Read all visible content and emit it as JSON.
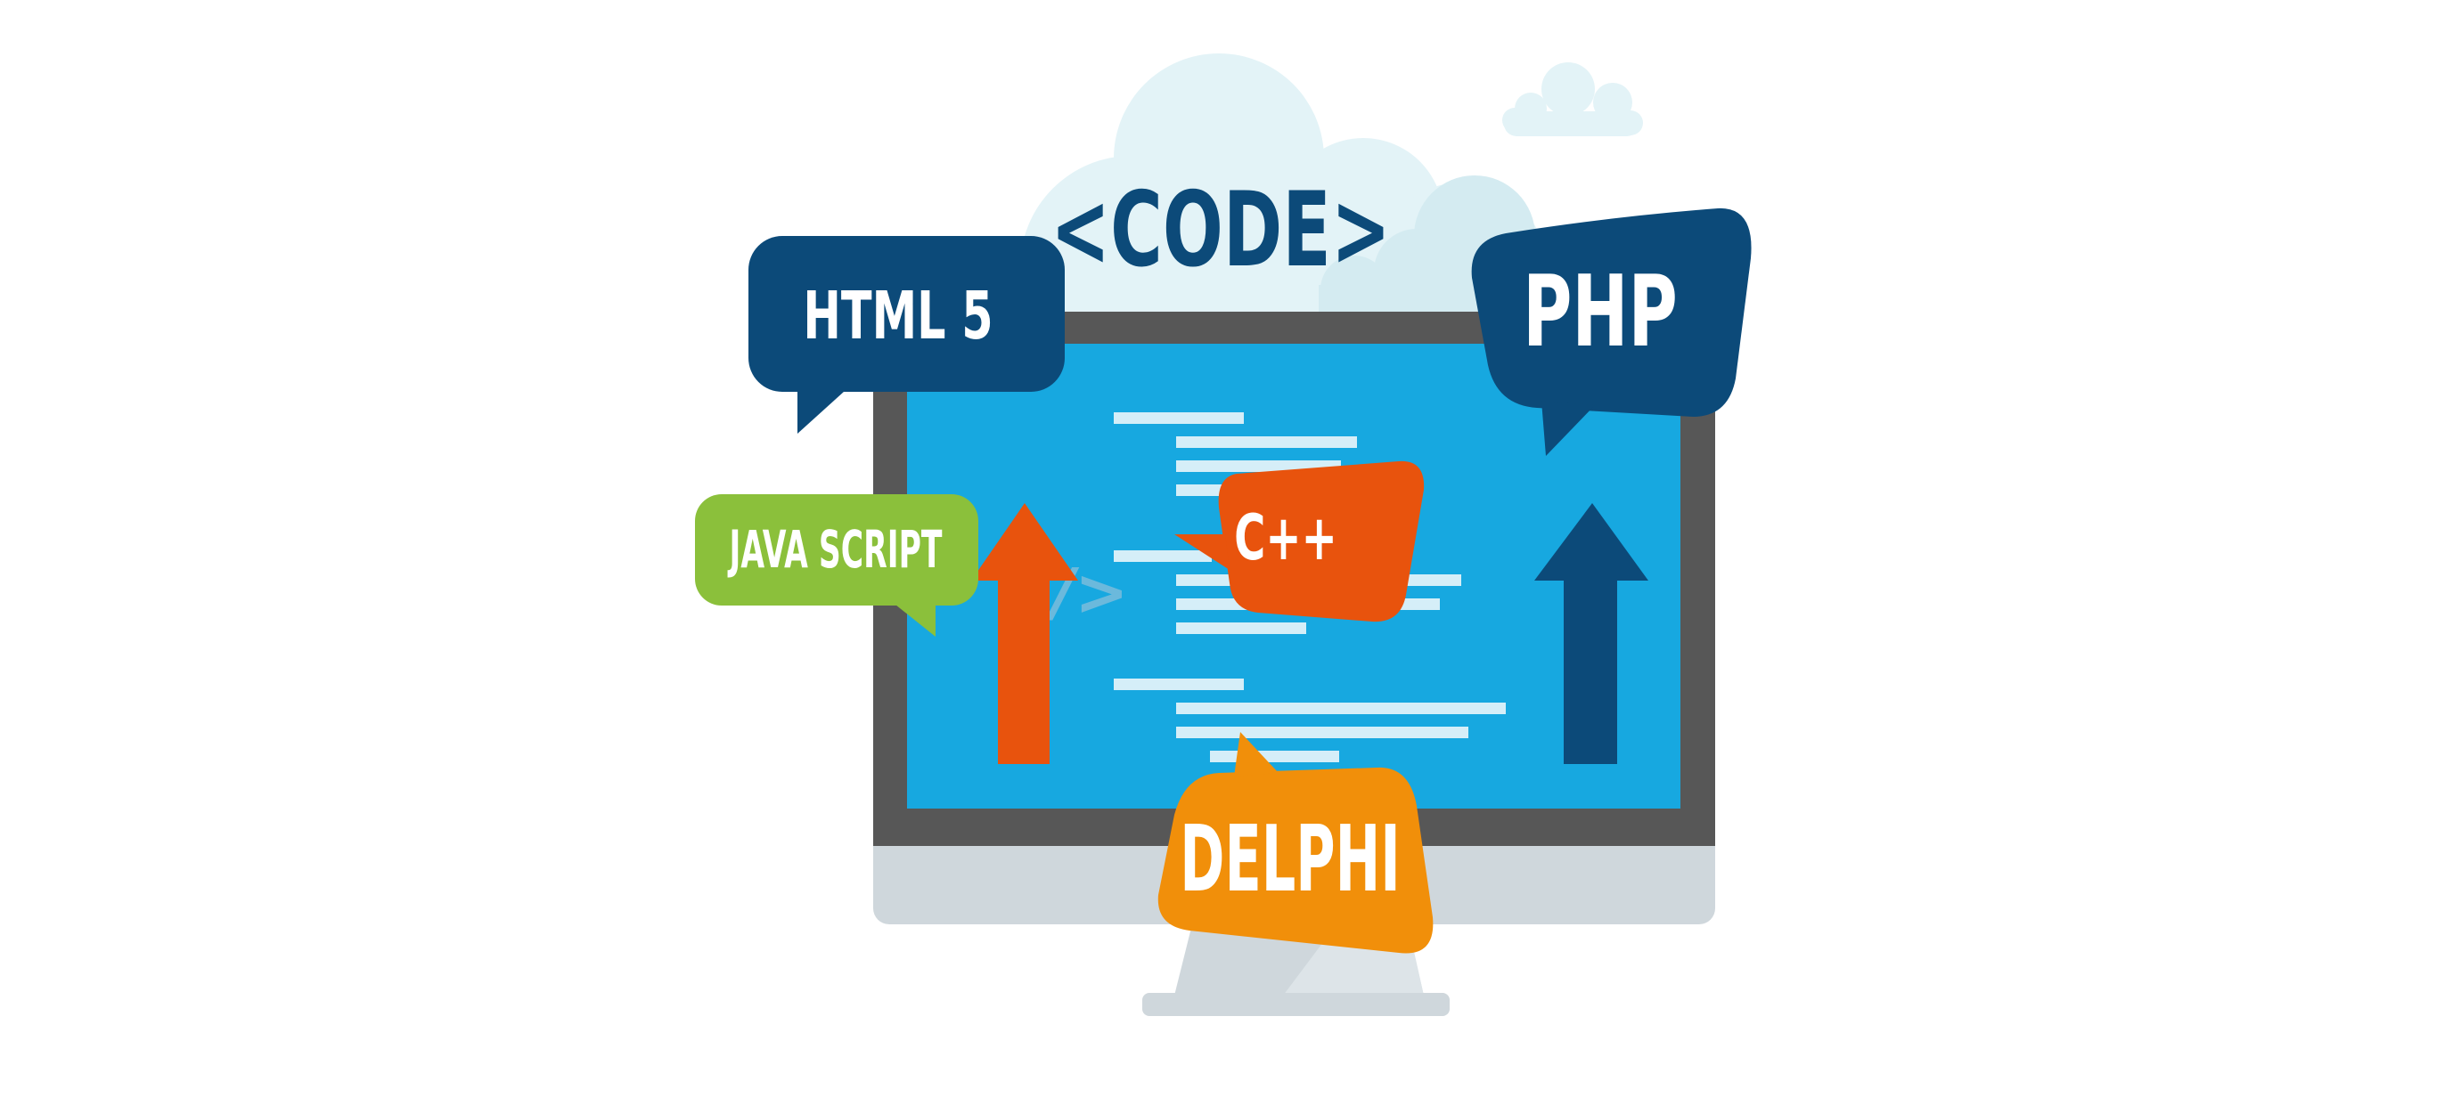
{
  "code_tag": "<CODE>",
  "bubbles": {
    "html5": "HTML 5",
    "php": "PHP",
    "javascript": "JAVA SCRIPT",
    "cpp": "C++",
    "delphi": "DELPHI"
  },
  "code_symbol": "/>",
  "colors": {
    "navy": "#0c4a79",
    "screen": "#17a8e0",
    "bezel": "#575757",
    "stand": "#cfd7dc",
    "cloud": "#e3f3f7",
    "orange_red": "#e8530d",
    "orange": "#f18f0a",
    "green": "#8bc03b"
  },
  "icons": [
    "cloud-icon",
    "monitor-icon",
    "arrow-up-icon",
    "speech-bubble-icon"
  ]
}
